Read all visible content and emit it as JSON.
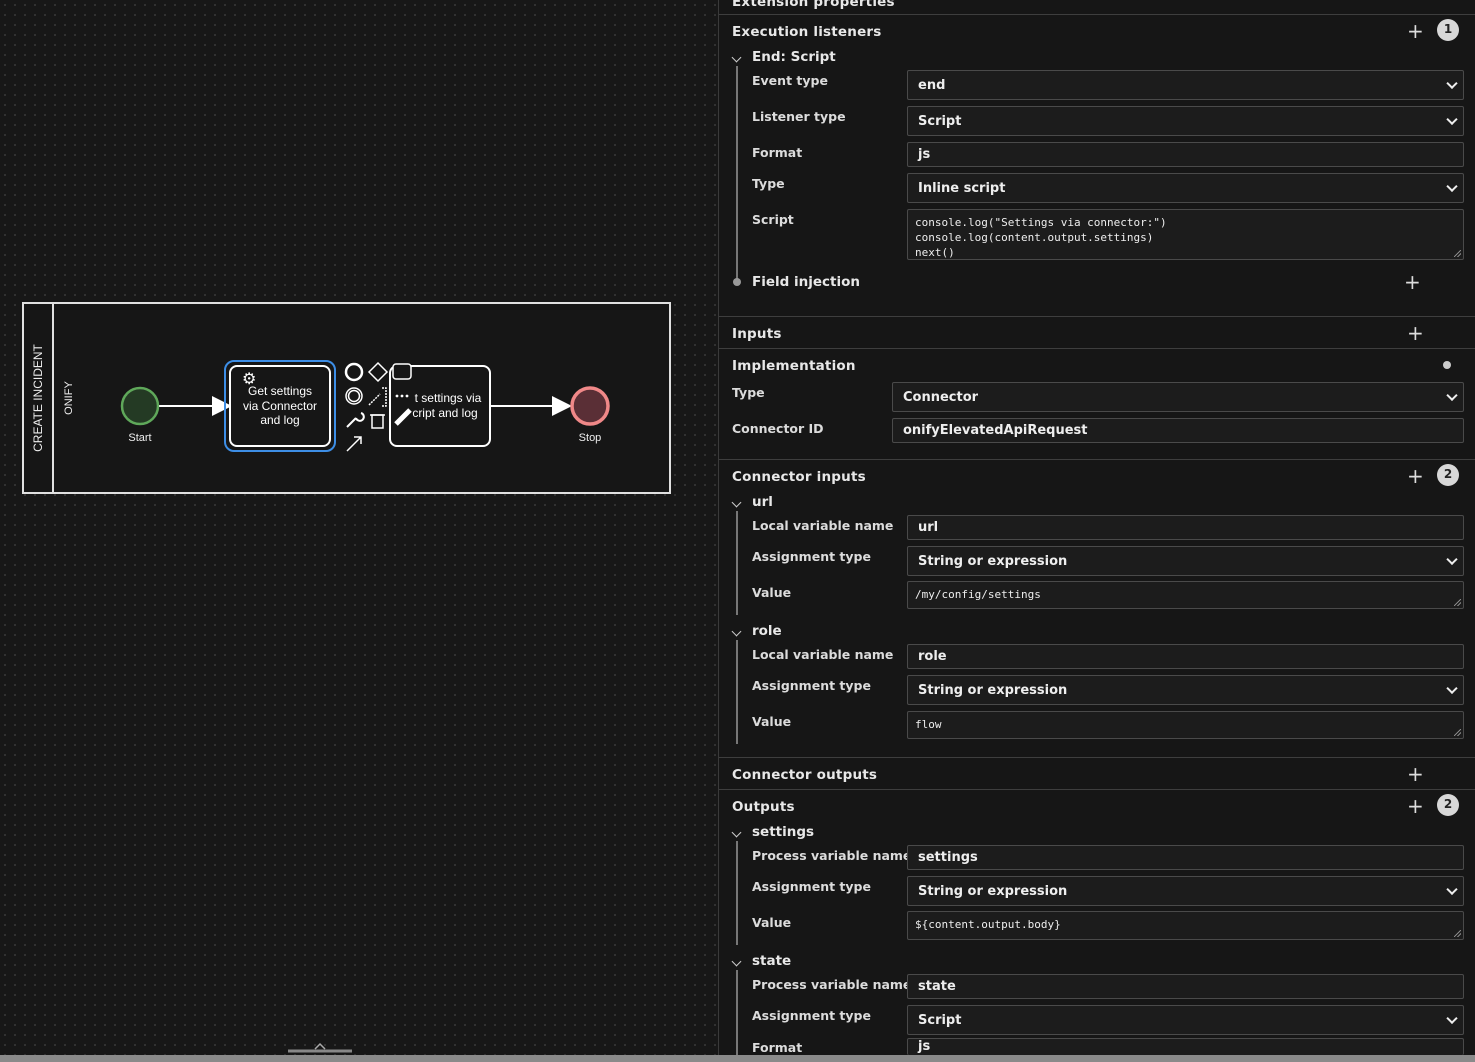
{
  "diagram": {
    "pool_label": "CREATE INCIDENT",
    "lane_label": "ONIFY",
    "start_label": "Start",
    "task1_label_lines": [
      "Get settings",
      "via Connector",
      "and log"
    ],
    "task2_label_lines": [
      "t settings via",
      "cript and log"
    ],
    "end_label": "Stop"
  },
  "panel": {
    "extension_properties": "Extension properties",
    "execution_listeners": {
      "title": "Execution listeners",
      "count": "1",
      "item_title": "End: Script",
      "event_type_label": "Event type",
      "event_type": "end",
      "listener_type_label": "Listener type",
      "listener_type": "Script",
      "format_label": "Format",
      "format": "js",
      "type_label": "Type",
      "type": "Inline script",
      "script_label": "Script",
      "script": "console.log(\"Settings via connector:\")\nconsole.log(content.output.settings)\nnext()",
      "field_injection": "Field injection"
    },
    "inputs": "Inputs",
    "implementation": {
      "title": "Implementation",
      "type_label": "Type",
      "type": "Connector",
      "connector_id_label": "Connector ID",
      "connector_id": "onifyElevatedApiRequest"
    },
    "connector_inputs": {
      "title": "Connector inputs",
      "count": "2",
      "items": [
        {
          "name": "url",
          "local_label": "Local variable name",
          "local": "url",
          "assign_label": "Assignment type",
          "assign": "String or expression",
          "value_label": "Value",
          "value": "/my/config/settings"
        },
        {
          "name": "role",
          "local_label": "Local variable name",
          "local": "role",
          "assign_label": "Assignment type",
          "assign": "String or expression",
          "value_label": "Value",
          "value": "flow"
        }
      ]
    },
    "connector_outputs": "Connector outputs",
    "outputs": {
      "title": "Outputs",
      "count": "2",
      "items": [
        {
          "name": "settings",
          "pv_label": "Process variable name",
          "pv": "settings",
          "assign_label": "Assignment type",
          "assign": "String or expression",
          "value_label": "Value",
          "value": "${content.output.body}"
        },
        {
          "name": "state",
          "pv_label": "Process variable name",
          "pv": "state",
          "assign_label": "Assignment type",
          "assign": "Script",
          "format_label": "Format",
          "format": "js"
        }
      ]
    }
  }
}
